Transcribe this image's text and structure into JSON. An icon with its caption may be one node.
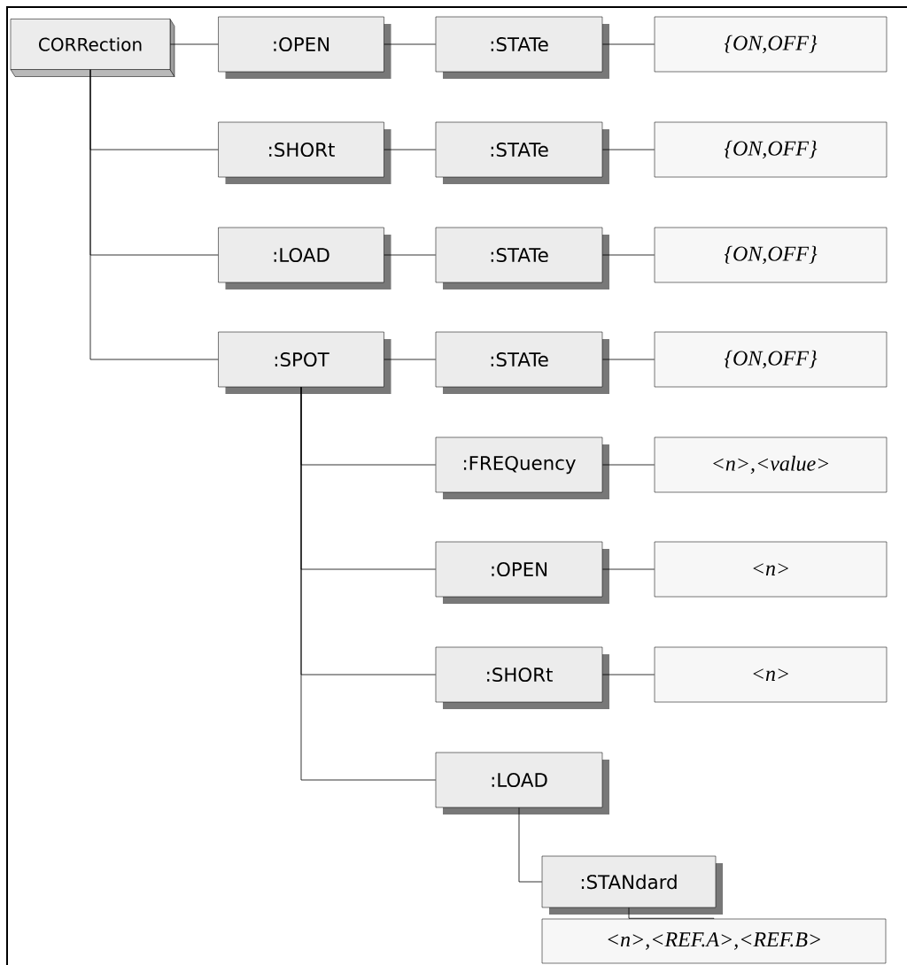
{
  "diagram": {
    "nodes": [
      {
        "text": [
          "CORRection"
        ]
      },
      {
        "text": [
          ":OPEN"
        ]
      },
      {
        "text": [
          ":STATe"
        ]
      },
      {
        "text": [
          "{ON,OFF}"
        ]
      },
      {
        "text": [
          ":SHORt"
        ]
      },
      {
        "text": [
          ":STATe"
        ]
      },
      {
        "text": [
          "{ON,OFF}"
        ]
      },
      {
        "text": [
          ":LOAD"
        ]
      },
      {
        "text": [
          ":STATe"
        ]
      },
      {
        "text": [
          "{ON,OFF}"
        ]
      },
      {
        "text": [
          ":SPOT"
        ]
      },
      {
        "text": [
          ":STATe"
        ]
      },
      {
        "text": [
          "{ON,OFF}"
        ]
      },
      {
        "text": [
          ":FREQuency"
        ]
      },
      {
        "text": [
          "<n>,<value>"
        ]
      },
      {
        "text": [
          ":OPEN"
        ]
      },
      {
        "text": [
          "<n>"
        ]
      },
      {
        "text": [
          ":SHORt"
        ]
      },
      {
        "text": [
          "<n>"
        ]
      },
      {
        "text": [
          ":LOAD"
        ]
      },
      {
        "text": [
          ":STANdard"
        ]
      },
      {
        "text": [
          "<n>,<REF.A>,<REF.B>"
        ]
      }
    ],
    "edges": [
      {
        "from": 0,
        "to": 1,
        "arrow": "none"
      },
      {
        "from": 1,
        "to": 2,
        "arrow": "none"
      },
      {
        "from": 2,
        "to": 3,
        "arrow": "none"
      },
      {
        "from": 0,
        "to": 4,
        "arrow": "none"
      },
      {
        "from": 4,
        "to": 5,
        "arrow": "none"
      },
      {
        "from": 5,
        "to": 6,
        "arrow": "none"
      },
      {
        "from": 0,
        "to": 7,
        "arrow": "none"
      },
      {
        "from": 7,
        "to": 8,
        "arrow": "none"
      },
      {
        "from": 8,
        "to": 9,
        "arrow": "none"
      },
      {
        "from": 0,
        "to": 10,
        "arrow": "none"
      },
      {
        "from": 10,
        "to": 11,
        "arrow": "none"
      },
      {
        "from": 11,
        "to": 12,
        "arrow": "none"
      },
      {
        "from": 10,
        "to": 13,
        "arrow": "none"
      },
      {
        "from": 13,
        "to": 14,
        "arrow": "none"
      },
      {
        "from": 10,
        "to": 15,
        "arrow": "none"
      },
      {
        "from": 15,
        "to": 16,
        "arrow": "none"
      },
      {
        "from": 10,
        "to": 17,
        "arrow": "none"
      },
      {
        "from": 17,
        "to": 18,
        "arrow": "none"
      },
      {
        "from": 10,
        "to": 19,
        "arrow": "none"
      },
      {
        "from": 19,
        "to": 20,
        "arrow": "none"
      },
      {
        "from": 20,
        "to": 21,
        "arrow": "none"
      }
    ]
  }
}
